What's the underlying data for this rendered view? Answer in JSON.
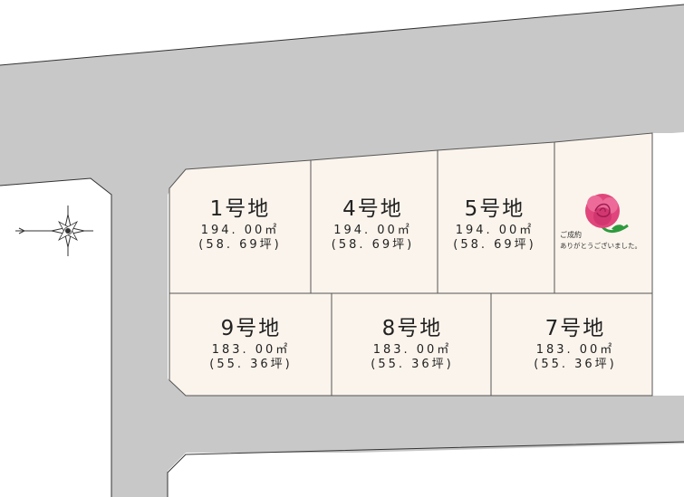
{
  "colors": {
    "road": "#c8c8c8",
    "lot_fill": "#fbf4ec",
    "lot_border": "#555555",
    "page_bg": "#ffffff",
    "flower": "#e0457b"
  },
  "lots_top": [
    {
      "name": "1号地",
      "area": "194. 00㎡",
      "tsubo": "(58. 69坪)"
    },
    {
      "name": "4号地",
      "area": "194. 00㎡",
      "tsubo": "(58. 69坪)"
    },
    {
      "name": "5号地",
      "area": "194. 00㎡",
      "tsubo": "(58. 69坪)"
    }
  ],
  "lots_bottom": [
    {
      "name": "9号地",
      "area": "183. 00㎡",
      "tsubo": "(55. 36坪)"
    },
    {
      "name": "8号地",
      "area": "183. 00㎡",
      "tsubo": "(55. 36坪)"
    },
    {
      "name": "7号地",
      "area": "183. 00㎡",
      "tsubo": "(55. 36坪)"
    }
  ],
  "sold_lot": {
    "line1": "ご成約",
    "line2": "ありがとうございました。",
    "icon": "rose-icon"
  },
  "compass_icon": "compass-icon"
}
